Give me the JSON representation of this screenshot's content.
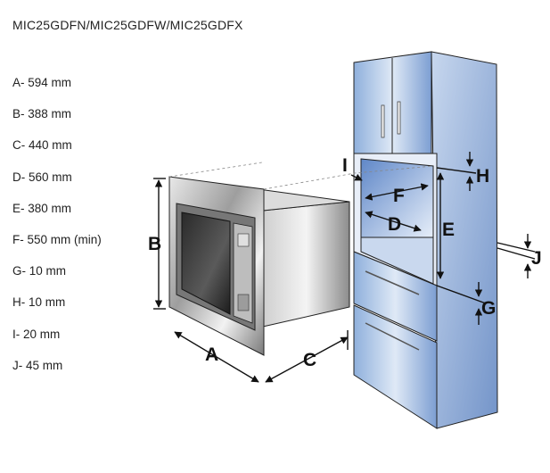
{
  "title": "MIC25GDFN/MIC25GDFW/MIC25GDFX",
  "dimensions": [
    "A- 594 mm",
    "B- 388 mm",
    "C- 440 mm",
    "D- 560 mm",
    "E- 380 mm",
    "F- 550 mm (min)",
    "G- 10 mm",
    "H- 10 mm",
    "I- 20 mm",
    "J- 45 mm"
  ],
  "diagram_labels": {
    "A": "A",
    "B": "B",
    "C": "C",
    "D": "D",
    "E": "E",
    "F": "F",
    "G": "G",
    "H": "H",
    "I": "I",
    "J": "J"
  },
  "colors": {
    "cabinet_blue": "#6f93c9",
    "cabinet_light": "#dce6f4",
    "steel": "#9a9a9a",
    "ink": "#111111"
  }
}
